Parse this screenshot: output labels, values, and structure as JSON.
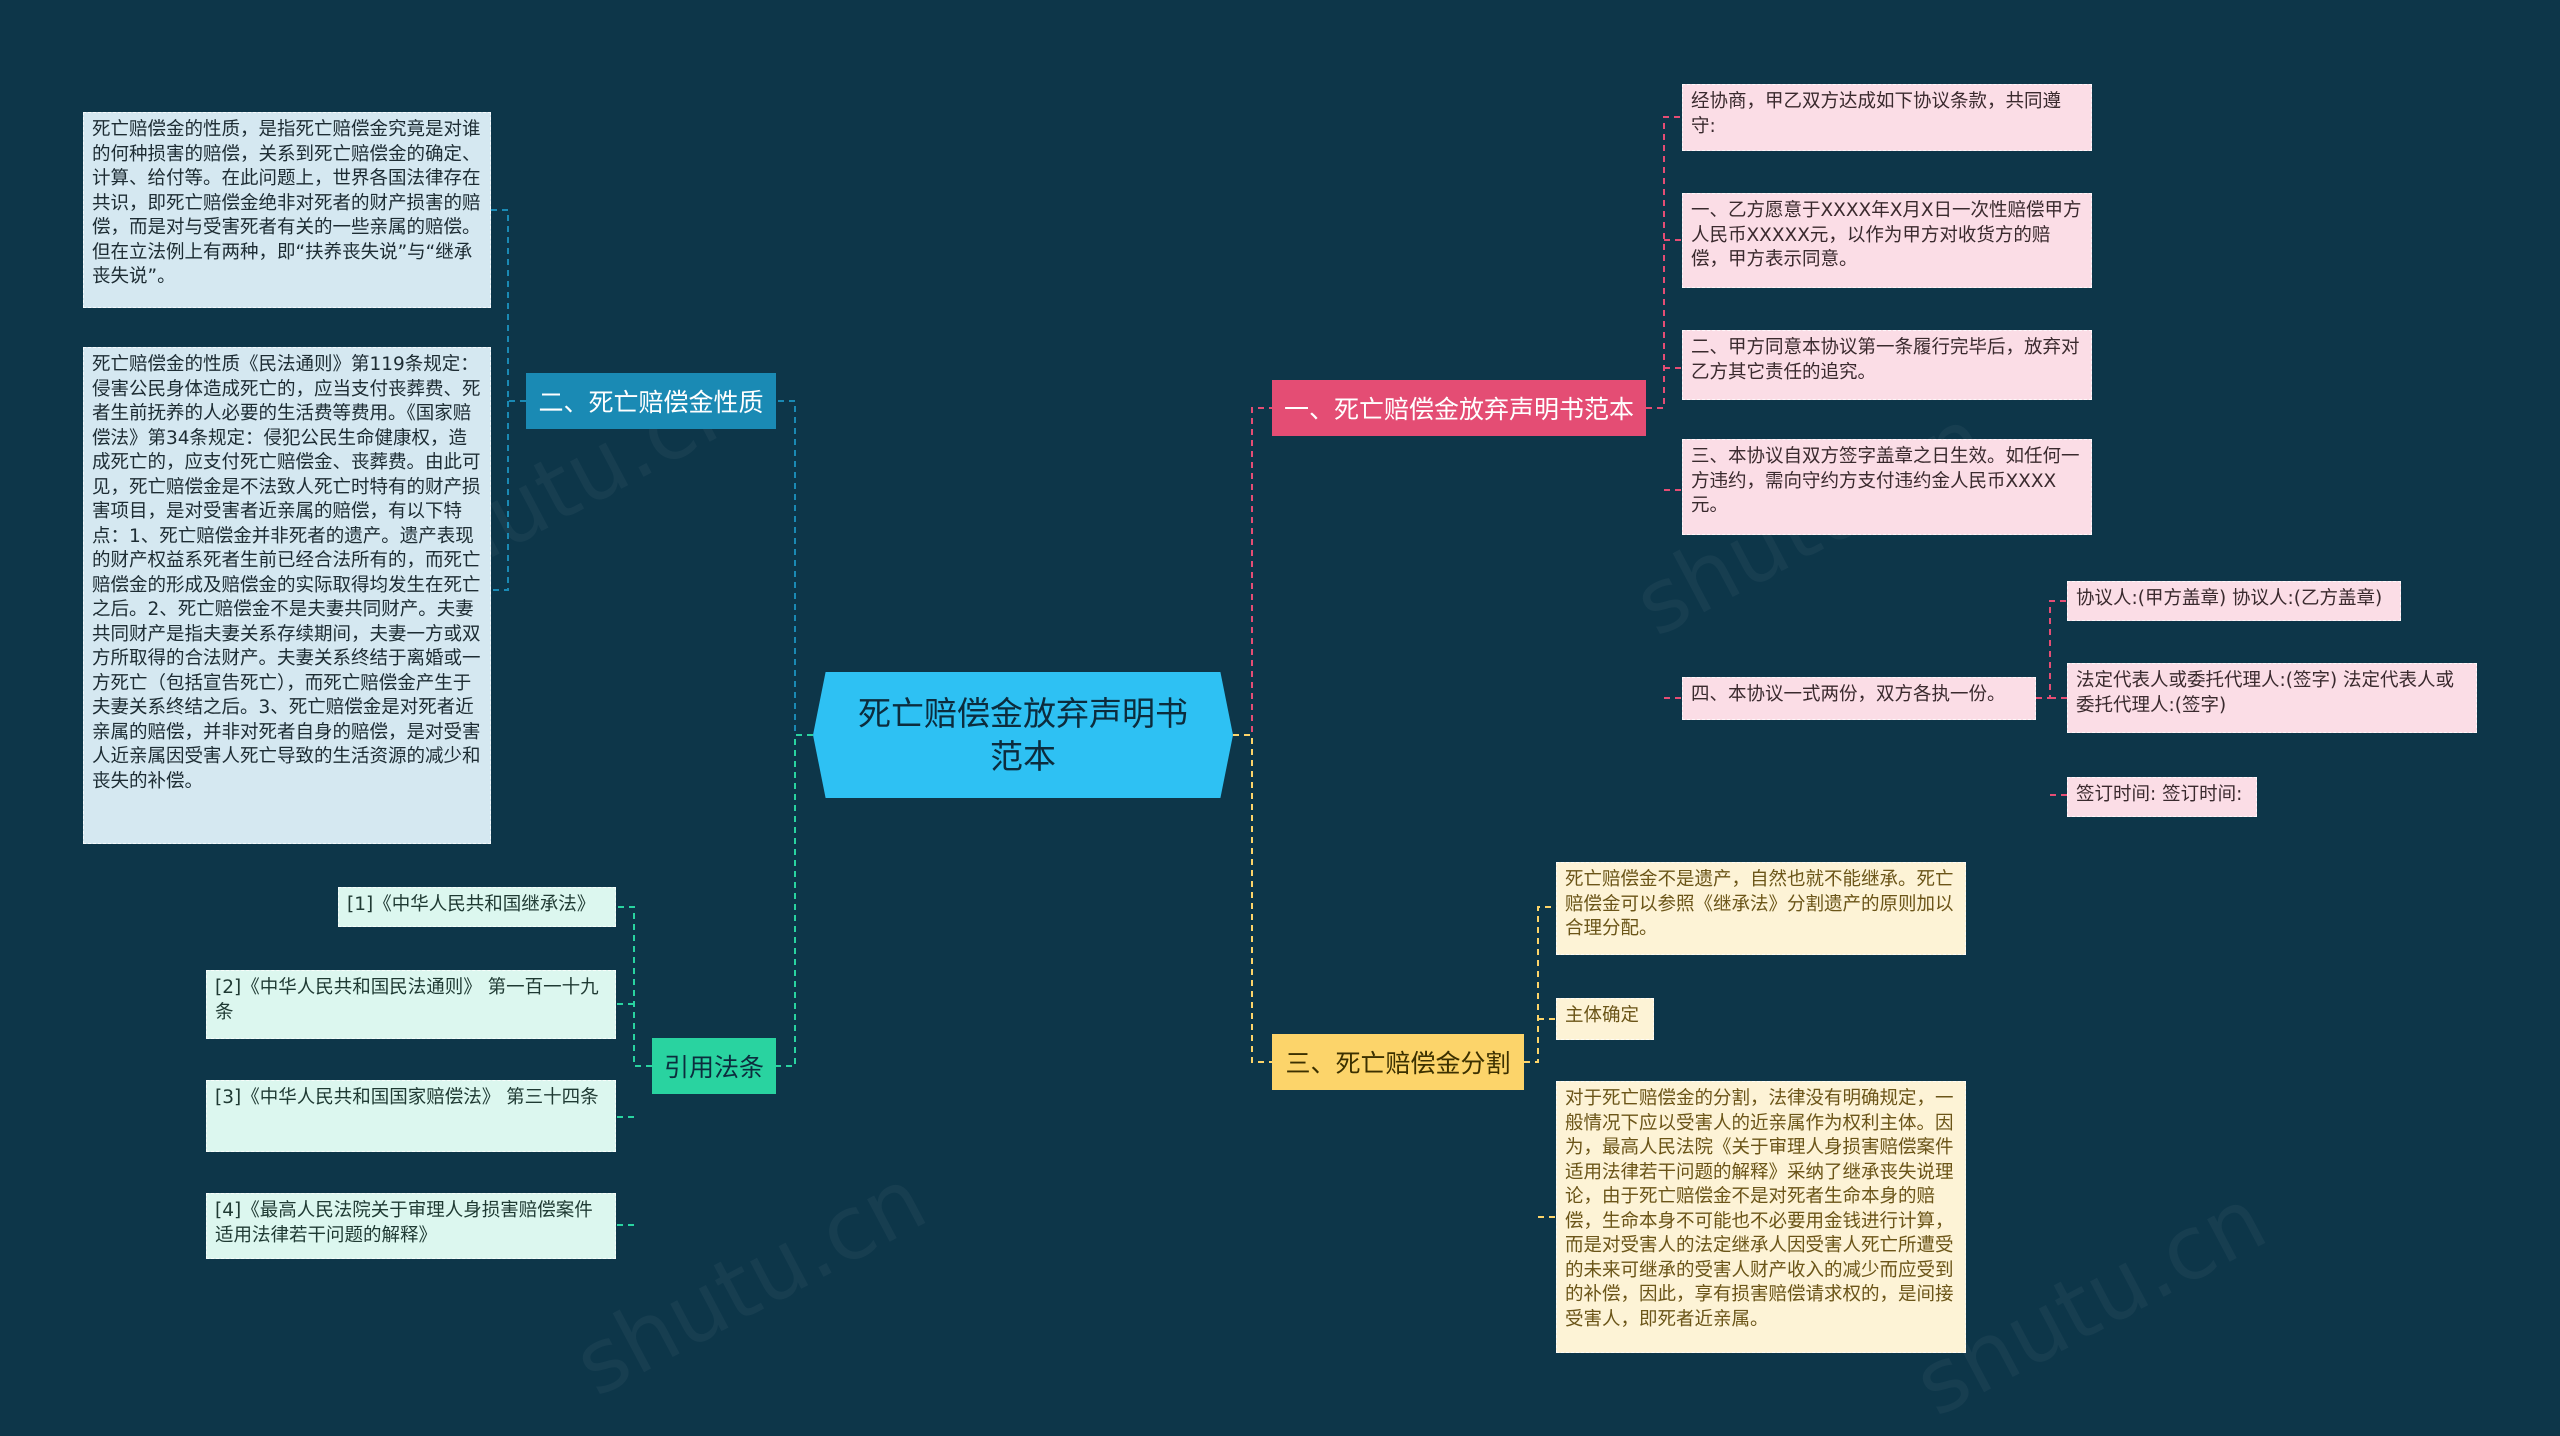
{
  "center": "死亡赔偿金放弃声明书范本",
  "branches": {
    "b1": "一、死亡赔偿金放弃声明书范本",
    "b2": "二、死亡赔偿金性质",
    "b3": "三、死亡赔偿金分割",
    "b4": "引用法条"
  },
  "b1_items": [
    "经协商，甲乙双方达成如下协议条款，共同遵守:",
    "一、乙方愿意于XXXX年X月X日一次性赔偿甲方人民币XXXXX元，以作为甲方对收货方的赔偿，甲方表示同意。",
    "二、甲方同意本协议第一条履行完毕后，放弃对乙方其它责任的追究。",
    "三、本协议自双方签字盖章之日生效。如任何一方违约，需向守约方支付违约金人民币XXXX元。",
    "四、本协议一式两份，双方各执一份。"
  ],
  "b1_sub": [
    "协议人:(甲方盖章) 协议人:(乙方盖章)",
    "法定代表人或委托代理人:(签字) 法定代表人或委托代理人:(签字)",
    "签订时间: 签订时间:"
  ],
  "b2_items": [
    "死亡赔偿金的性质，是指死亡赔偿金究竟是对谁的何种损害的赔偿，关系到死亡赔偿金的确定、计算、给付等。在此问题上，世界各国法律存在共识，即死亡赔偿金绝非对死者的财产损害的赔偿，而是对与受害死者有关的一些亲属的赔偿。但在立法例上有两种，即“扶养丧失说”与“继承丧失说”。",
    "死亡赔偿金的性质《民法通则》第119条规定：侵害公民身体造成死亡的，应当支付丧葬费、死者生前抚养的人必要的生活费等费用。《国家赔偿法》第34条规定：侵犯公民生命健康权，造成死亡的，应支付死亡赔偿金、丧葬费。由此可见，死亡赔偿金是不法致人死亡时特有的财产损害项目，是对受害者近亲属的赔偿，有以下特点：1、死亡赔偿金并非死者的遗产。遗产表现的财产权益系死者生前已经合法所有的，而死亡赔偿金的形成及赔偿金的实际取得均发生在死亡之后。2、死亡赔偿金不是夫妻共同财产。夫妻共同财产是指夫妻关系存续期间，夫妻一方或双方所取得的合法财产。夫妻关系终结于离婚或一方死亡（包括宣告死亡），而死亡赔偿金产生于夫妻关系终结之后。3、死亡赔偿金是对死者近亲属的赔偿，并非对死者自身的赔偿，是对受害人近亲属因受害人死亡导致的生活资源的减少和丧失的补偿。"
  ],
  "b3_items": [
    "死亡赔偿金不是遗产，自然也就不能继承。死亡赔偿金可以参照《继承法》分割遗产的原则加以合理分配。",
    "主体确定",
    "对于死亡赔偿金的分割，法律没有明确规定，一般情况下应以受害人的近亲属作为权利主体。因为，最高人民法院《关于审理人身损害赔偿案件适用法律若干问题的解释》采纳了继承丧失说理论，由于死亡赔偿金不是对死者生命本身的赔偿，生命本身不可能也不必要用金钱进行计算，而是对受害人的法定继承人因受害人死亡所遭受的未来可继承的受害人财产收入的减少而应受到的补偿，因此，享有损害赔偿请求权的，是间接受害人，即死者近亲属。"
  ],
  "b4_items": [
    "[1]《中华人民共和国继承法》",
    "[2]《中华人民共和国民法通则》 第一百一十九条",
    "[3]《中华人民共和国国家赔偿法》 第三十四条",
    "[4]《最高人民法院关于审理人身损害赔偿案件适用法律若干问题的解释》"
  ],
  "colors": {
    "background": "#0d3649",
    "center": "#2ec1f3",
    "branch1": "#e44d74",
    "branch2": "#1a8ab4",
    "branch3": "#fcd46a",
    "branch4": "#29d3a0"
  }
}
